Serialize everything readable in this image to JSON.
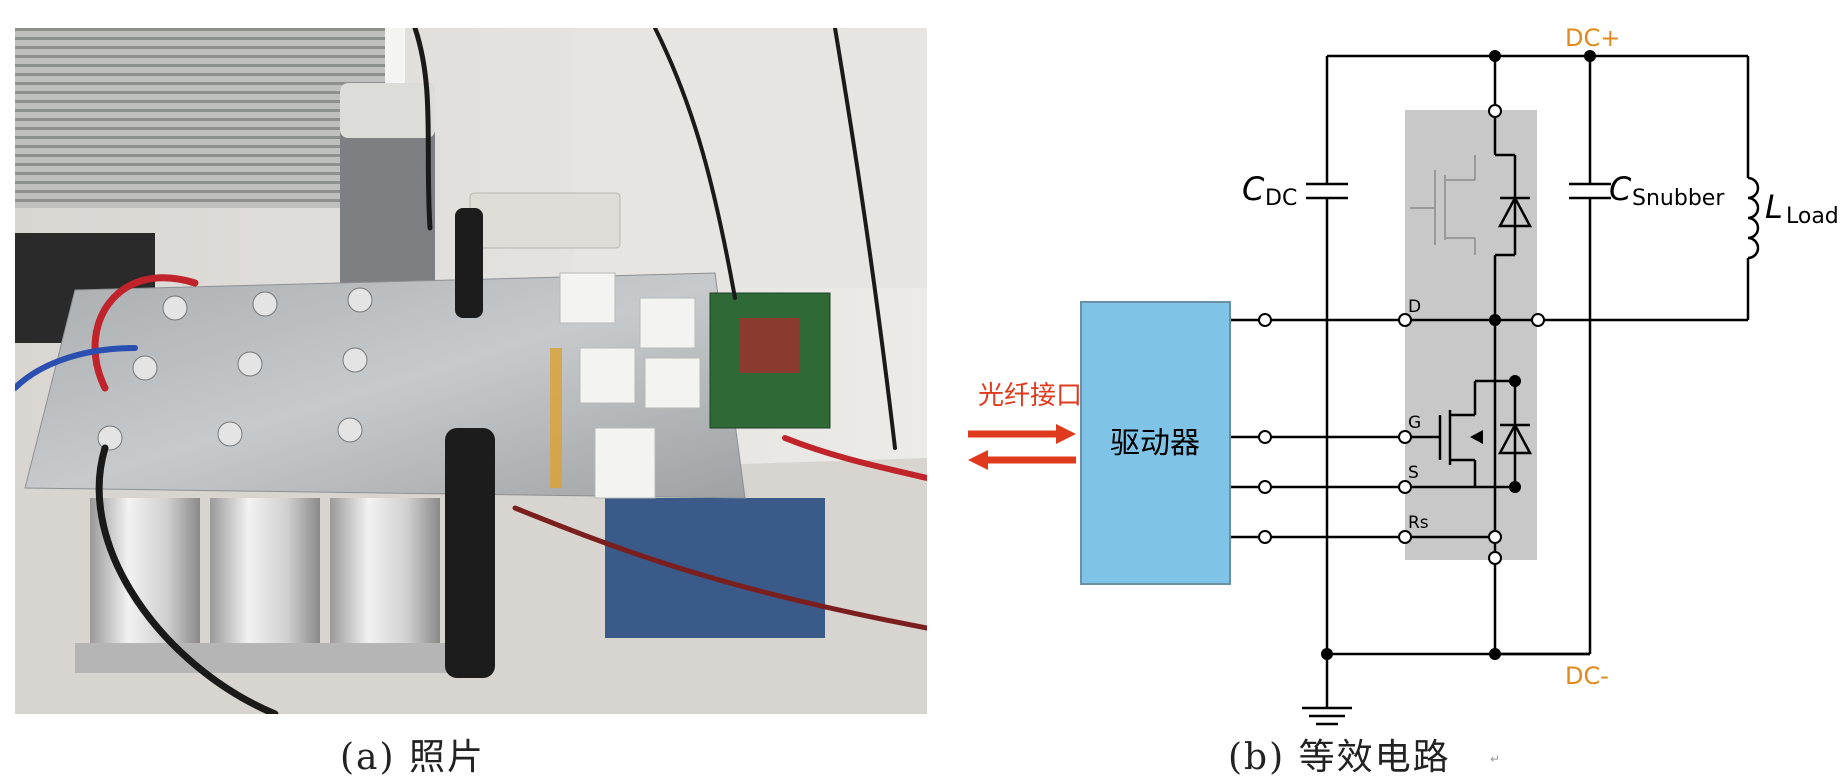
{
  "captions": {
    "a": "(a) 照片",
    "b": "(b) 等效电路",
    "return_mark": "↵"
  },
  "circuit": {
    "dc_plus": "DC+",
    "dc_minus": "DC-",
    "c_dc_main": "C",
    "c_dc_sub": "DC",
    "c_snubber_main": "C",
    "c_snubber_sub": "Snubber",
    "l_load_main": "L",
    "l_load_sub": "Load",
    "driver_label": "驱动器",
    "fiber_label": "光纤接口",
    "pin_d": "D",
    "pin_g": "G",
    "pin_s": "S",
    "pin_rs": "Rs"
  },
  "colors": {
    "dc_label": "#e08a1e",
    "driver_fill": "#7fc3e6",
    "fiber_red": "#e03a1e",
    "module_gray": "#c8c8c8"
  }
}
